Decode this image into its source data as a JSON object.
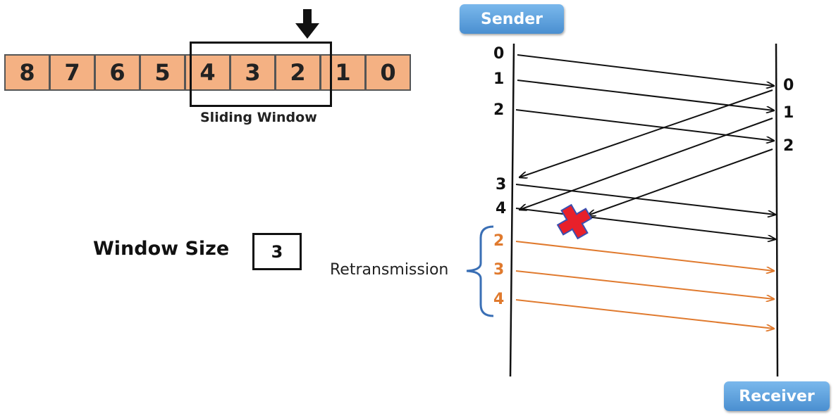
{
  "frames": [
    "8",
    "7",
    "6",
    "5",
    "4",
    "3",
    "2",
    "1",
    "0"
  ],
  "window_caption": "Sliding Window",
  "window_size": {
    "label": "Window Size",
    "value": "3"
  },
  "sender_label": "Sender",
  "receiver_label": "Receiver",
  "sender_seq": [
    "0",
    "1",
    "2",
    "3",
    "4"
  ],
  "receiver_seq": [
    "0",
    "1",
    "2"
  ],
  "retransmitted_seq": [
    "2",
    "3",
    "4"
  ],
  "retransmission_label": "Retransmission",
  "colors": {
    "frame_fill": "#f4b183",
    "retransmission": "#e07a2e",
    "bracket": "#3a6fb5",
    "button": "#5b9fe0",
    "lost_marker": "#e8202a"
  }
}
